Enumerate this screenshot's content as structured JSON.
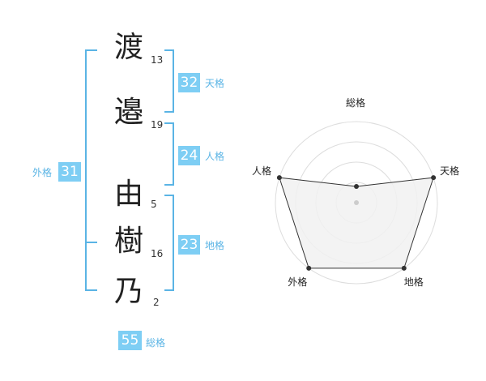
{
  "name_chars": [
    {
      "char": "渡",
      "strokes": "13"
    },
    {
      "char": "邉",
      "strokes": "19"
    },
    {
      "char": "由",
      "strokes": "5"
    },
    {
      "char": "樹",
      "strokes": "16"
    },
    {
      "char": "乃",
      "strokes": "2"
    }
  ],
  "fortunes": {
    "tenkaku": {
      "value": "32",
      "label": "天格"
    },
    "jinkaku": {
      "value": "24",
      "label": "人格"
    },
    "chikaku": {
      "value": "23",
      "label": "地格"
    },
    "gaikaku": {
      "value": "31",
      "label": "外格"
    },
    "soukaku": {
      "value": "55",
      "label": "総格"
    }
  },
  "chart_data": {
    "type": "radar",
    "axes": [
      "総格",
      "天格",
      "地格",
      "外格",
      "人格"
    ],
    "values": [
      0.2,
      1.0,
      1.0,
      1.0,
      1.0
    ],
    "range": [
      0,
      1
    ],
    "rings": 4,
    "grid": true,
    "colors": {
      "fill": "#f1f1f1",
      "line": "#333333",
      "grid": "#dddddd",
      "point": "#333333",
      "center": "#cccccc"
    }
  },
  "colors": {
    "accent": "#7ecef4",
    "bracket": "#5ab4e5",
    "text": "#222222"
  }
}
